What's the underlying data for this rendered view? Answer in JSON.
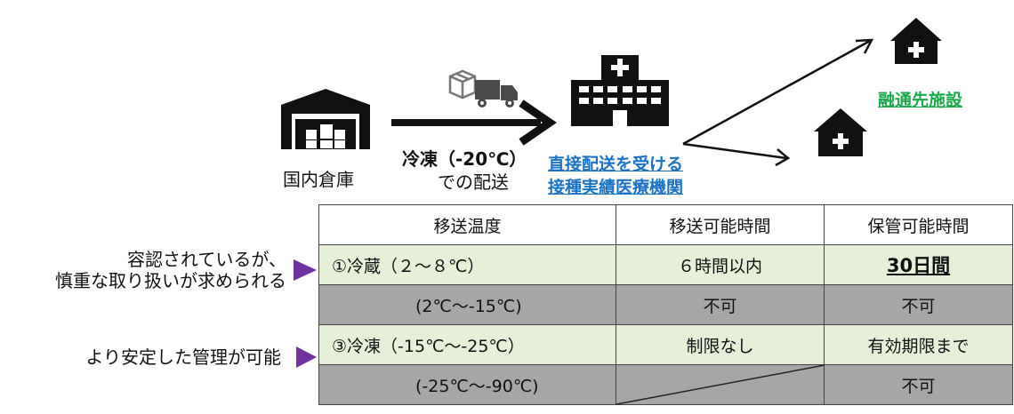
{
  "flow": {
    "warehouse_label": "国内倉庫",
    "shipping_line1": "冷凍（-20℃）",
    "shipping_line2": "での配送",
    "direct_line1": "直接配送を受ける",
    "direct_line2": "接種実績医療機関",
    "transfer_dest": "融通先施設"
  },
  "side_notes": {
    "note1_line1": "容認されているが、",
    "note1_line2": "慎重な取り扱いが求められる",
    "note2": "より安定した管理が可能"
  },
  "table": {
    "headers": [
      "移送温度",
      "移送可能時間",
      "保管可能時間"
    ],
    "rows": [
      [
        "①冷蔵（２～８℃）",
        "６時間以内",
        "30日間"
      ],
      [
        "(2℃～-15℃)",
        "不可",
        "不可"
      ],
      [
        "③冷凍（-15℃～-25℃）",
        "制限なし",
        "有効期限まで"
      ],
      [
        "(-25℃～-90℃)",
        "",
        "不可"
      ]
    ]
  },
  "colors": {
    "row_green": "#e6efd8",
    "row_gray": "#a6a6a6",
    "link_blue": "#1a73c4",
    "dest_green": "#1aa84a",
    "marker_purple": "#7030a0"
  }
}
